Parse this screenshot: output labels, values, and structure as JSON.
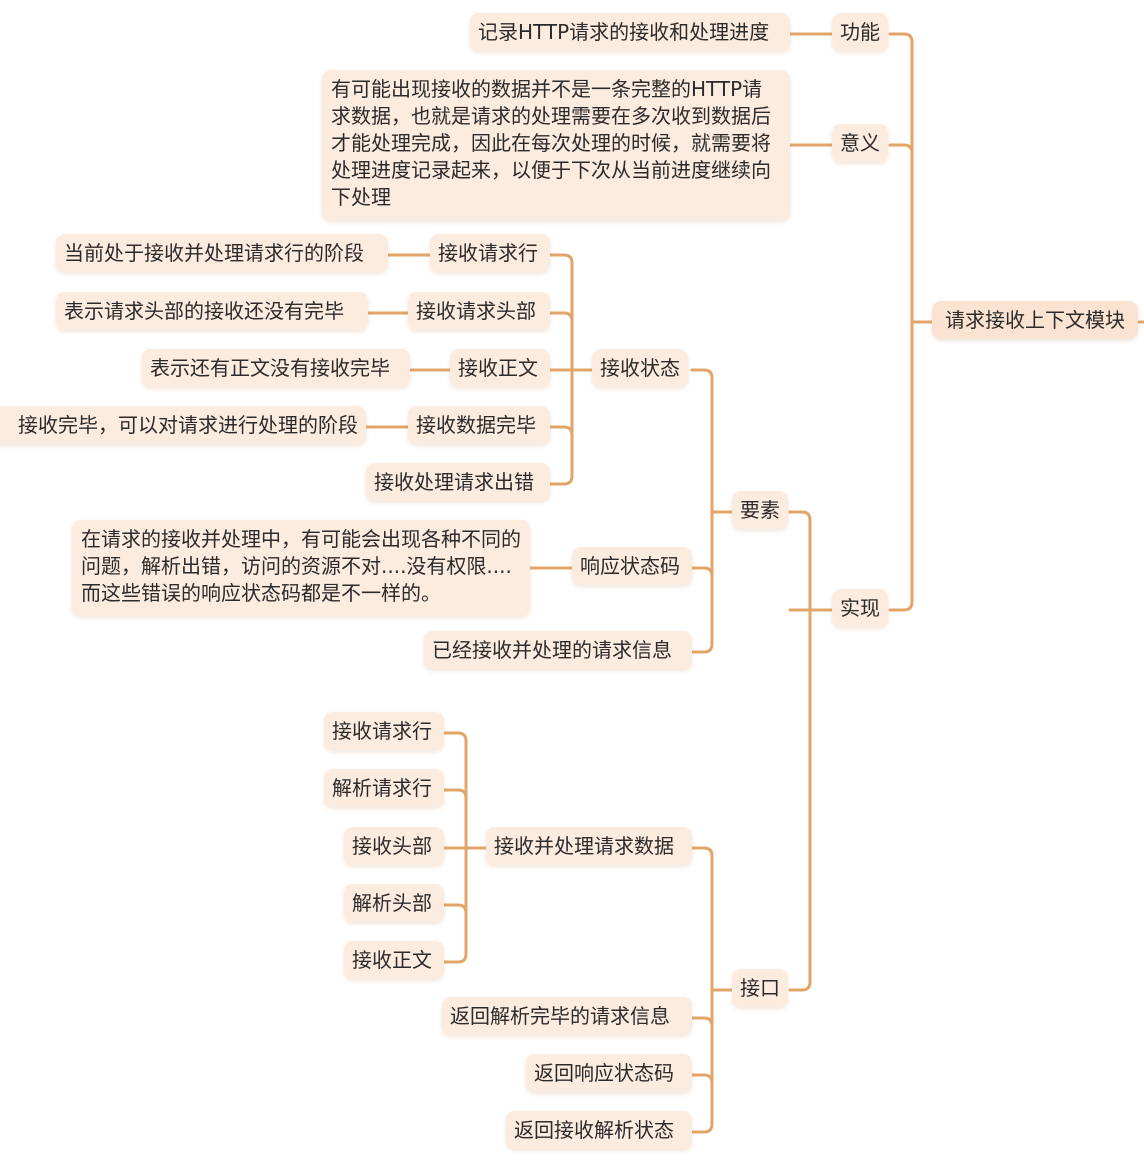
{
  "root": "请求接收上下文模块",
  "function": {
    "label": "功能",
    "desc": "记录HTTP请求的接收和处理进度"
  },
  "meaning": {
    "label": "意义",
    "desc": "有可能出现接收的数据并不是一条完整的HTTP请求数据，也就是请求的处理需要在多次收到数据后才能处理完成，因此在每次处理的时候，就需要将处理进度记录起来，以便于下次从当前进度继续向下处理"
  },
  "impl": {
    "label": "实现",
    "elements": {
      "label": "要素",
      "recv_state": {
        "label": "接收状态",
        "states": [
          {
            "label": "接收请求行",
            "desc": "当前处于接收并处理请求行的阶段"
          },
          {
            "label": "接收请求头部",
            "desc": "表示请求头部的接收还没有完毕"
          },
          {
            "label": "接收正文",
            "desc": "表示还有正文没有接收完毕"
          },
          {
            "label": "接收数据完毕",
            "desc": "接收完毕，可以对请求进行处理的阶段"
          },
          {
            "label": "接收处理请求出错",
            "desc": ""
          }
        ]
      },
      "resp_code": {
        "label": "响应状态码",
        "desc": "在请求的接收并处理中，有可能会出现各种不同的问题，解析出错，访问的资源不对....没有权限....而这些错误的响应状态码都是不一样的。"
      },
      "request_info": "已经接收并处理的请求信息"
    },
    "interface": {
      "label": "接口",
      "process": {
        "label": "接收并处理请求数据",
        "steps": [
          "接收请求行",
          "解析请求行",
          "接收头部",
          "解析头部",
          "接收正文"
        ]
      },
      "return_request": "返回解析完毕的请求信息",
      "return_code": "返回响应状态码",
      "return_state": "返回接收解析状态"
    }
  }
}
